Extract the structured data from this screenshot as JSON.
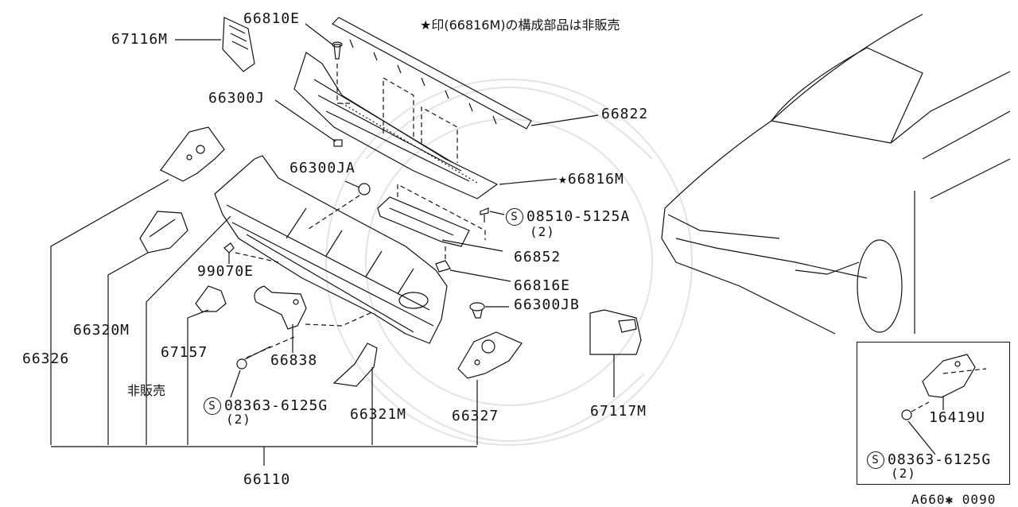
{
  "diagram": {
    "note": "★印(66816M)の構成部品は非販売",
    "footer_code": "A660✱ 0090",
    "parts": {
      "p67116M": "67116M",
      "p66810E": "66810E",
      "p66300J": "66300J",
      "p66822": "66822",
      "p66300JA": "66300JA",
      "p66816M": "★66816M",
      "p08510": "08510-5125A",
      "p08510_qty": "(2)",
      "p66852": "66852",
      "p99070E": "99070E",
      "p66816E": "66816E",
      "p66300JB": "66300JB",
      "p66320M": "66320M",
      "p67157": "67157",
      "p66326": "66326",
      "p66838": "66838",
      "p_hihanbai": "非販売",
      "p08363": "08363-6125G",
      "p08363_qty": "(2)",
      "p66321M": "66321M",
      "p66327": "66327",
      "p67117M": "67117M",
      "p66110": "66110",
      "p16419U": "16419U",
      "p08363b": "08363-6125G",
      "p08363b_qty": "(2)"
    },
    "symbols": {
      "screw_mark": "S"
    }
  }
}
